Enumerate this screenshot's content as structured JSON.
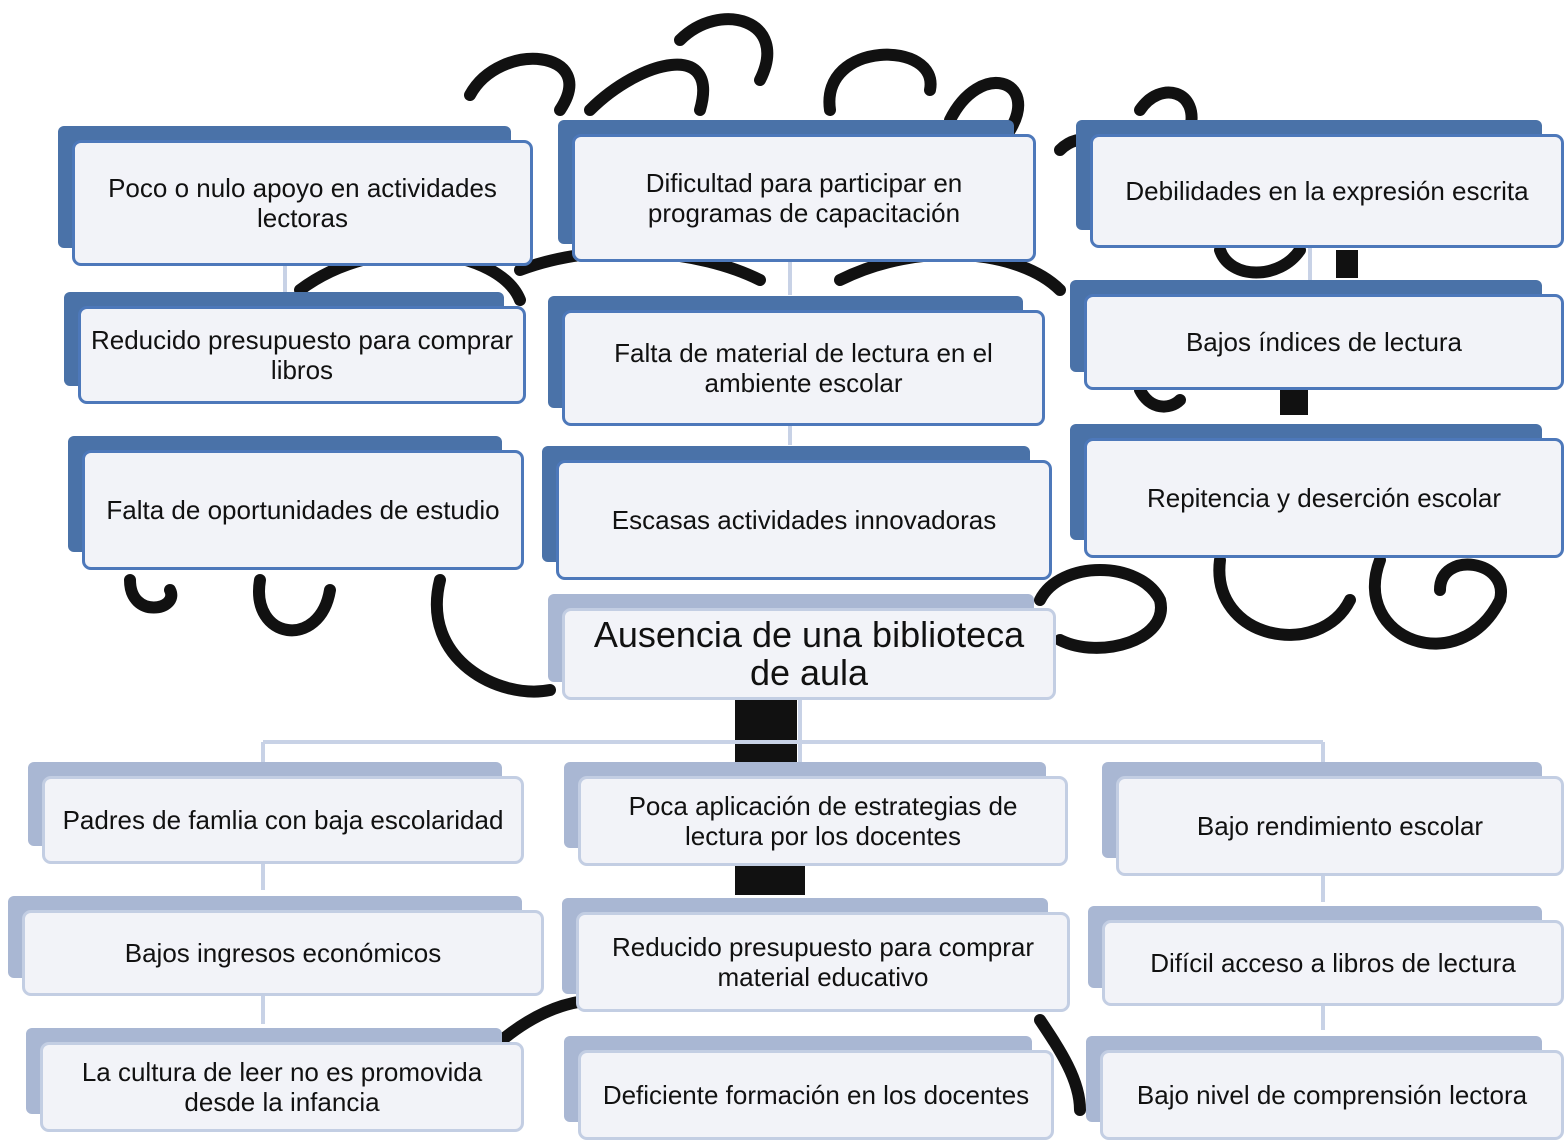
{
  "diagram": {
    "effects": [
      "Poco o nulo apoyo en actividades lectoras",
      "Dificultad para participar en programas de capacitación",
      "Debilidades en la expresión escrita",
      "Reducido presupuesto para comprar libros",
      "Falta de material de lectura en el ambiente escolar",
      "Bajos índices de lectura",
      "Falta de oportunidades de estudio",
      "Escasas actividades innovadoras",
      "Repitencia y deserción escolar"
    ],
    "central_problem": "Ausencia de una biblioteca de aula",
    "causes": [
      "Padres de famlia con baja escolaridad",
      "Poca aplicación de estrategias de lectura por los docentes",
      "Bajo rendimiento escolar",
      "Bajos ingresos económicos",
      "Reducido presupuesto para comprar material educativo",
      "Difícil acceso a libros de lectura",
      "La cultura de leer no es promovida desde la infancia",
      "Deficiente formación en los docentes",
      "Bajo nivel de comprensión lectora"
    ]
  },
  "colors": {
    "upper_shadow": "#4a72a8",
    "upper_border": "#4d78ba",
    "lower_shadow": "#a9b7d3",
    "lower_border": "#c3cee3",
    "box_fill": "#f2f3f8",
    "connector": "#c8d2e6",
    "tree_ink": "#111111"
  }
}
